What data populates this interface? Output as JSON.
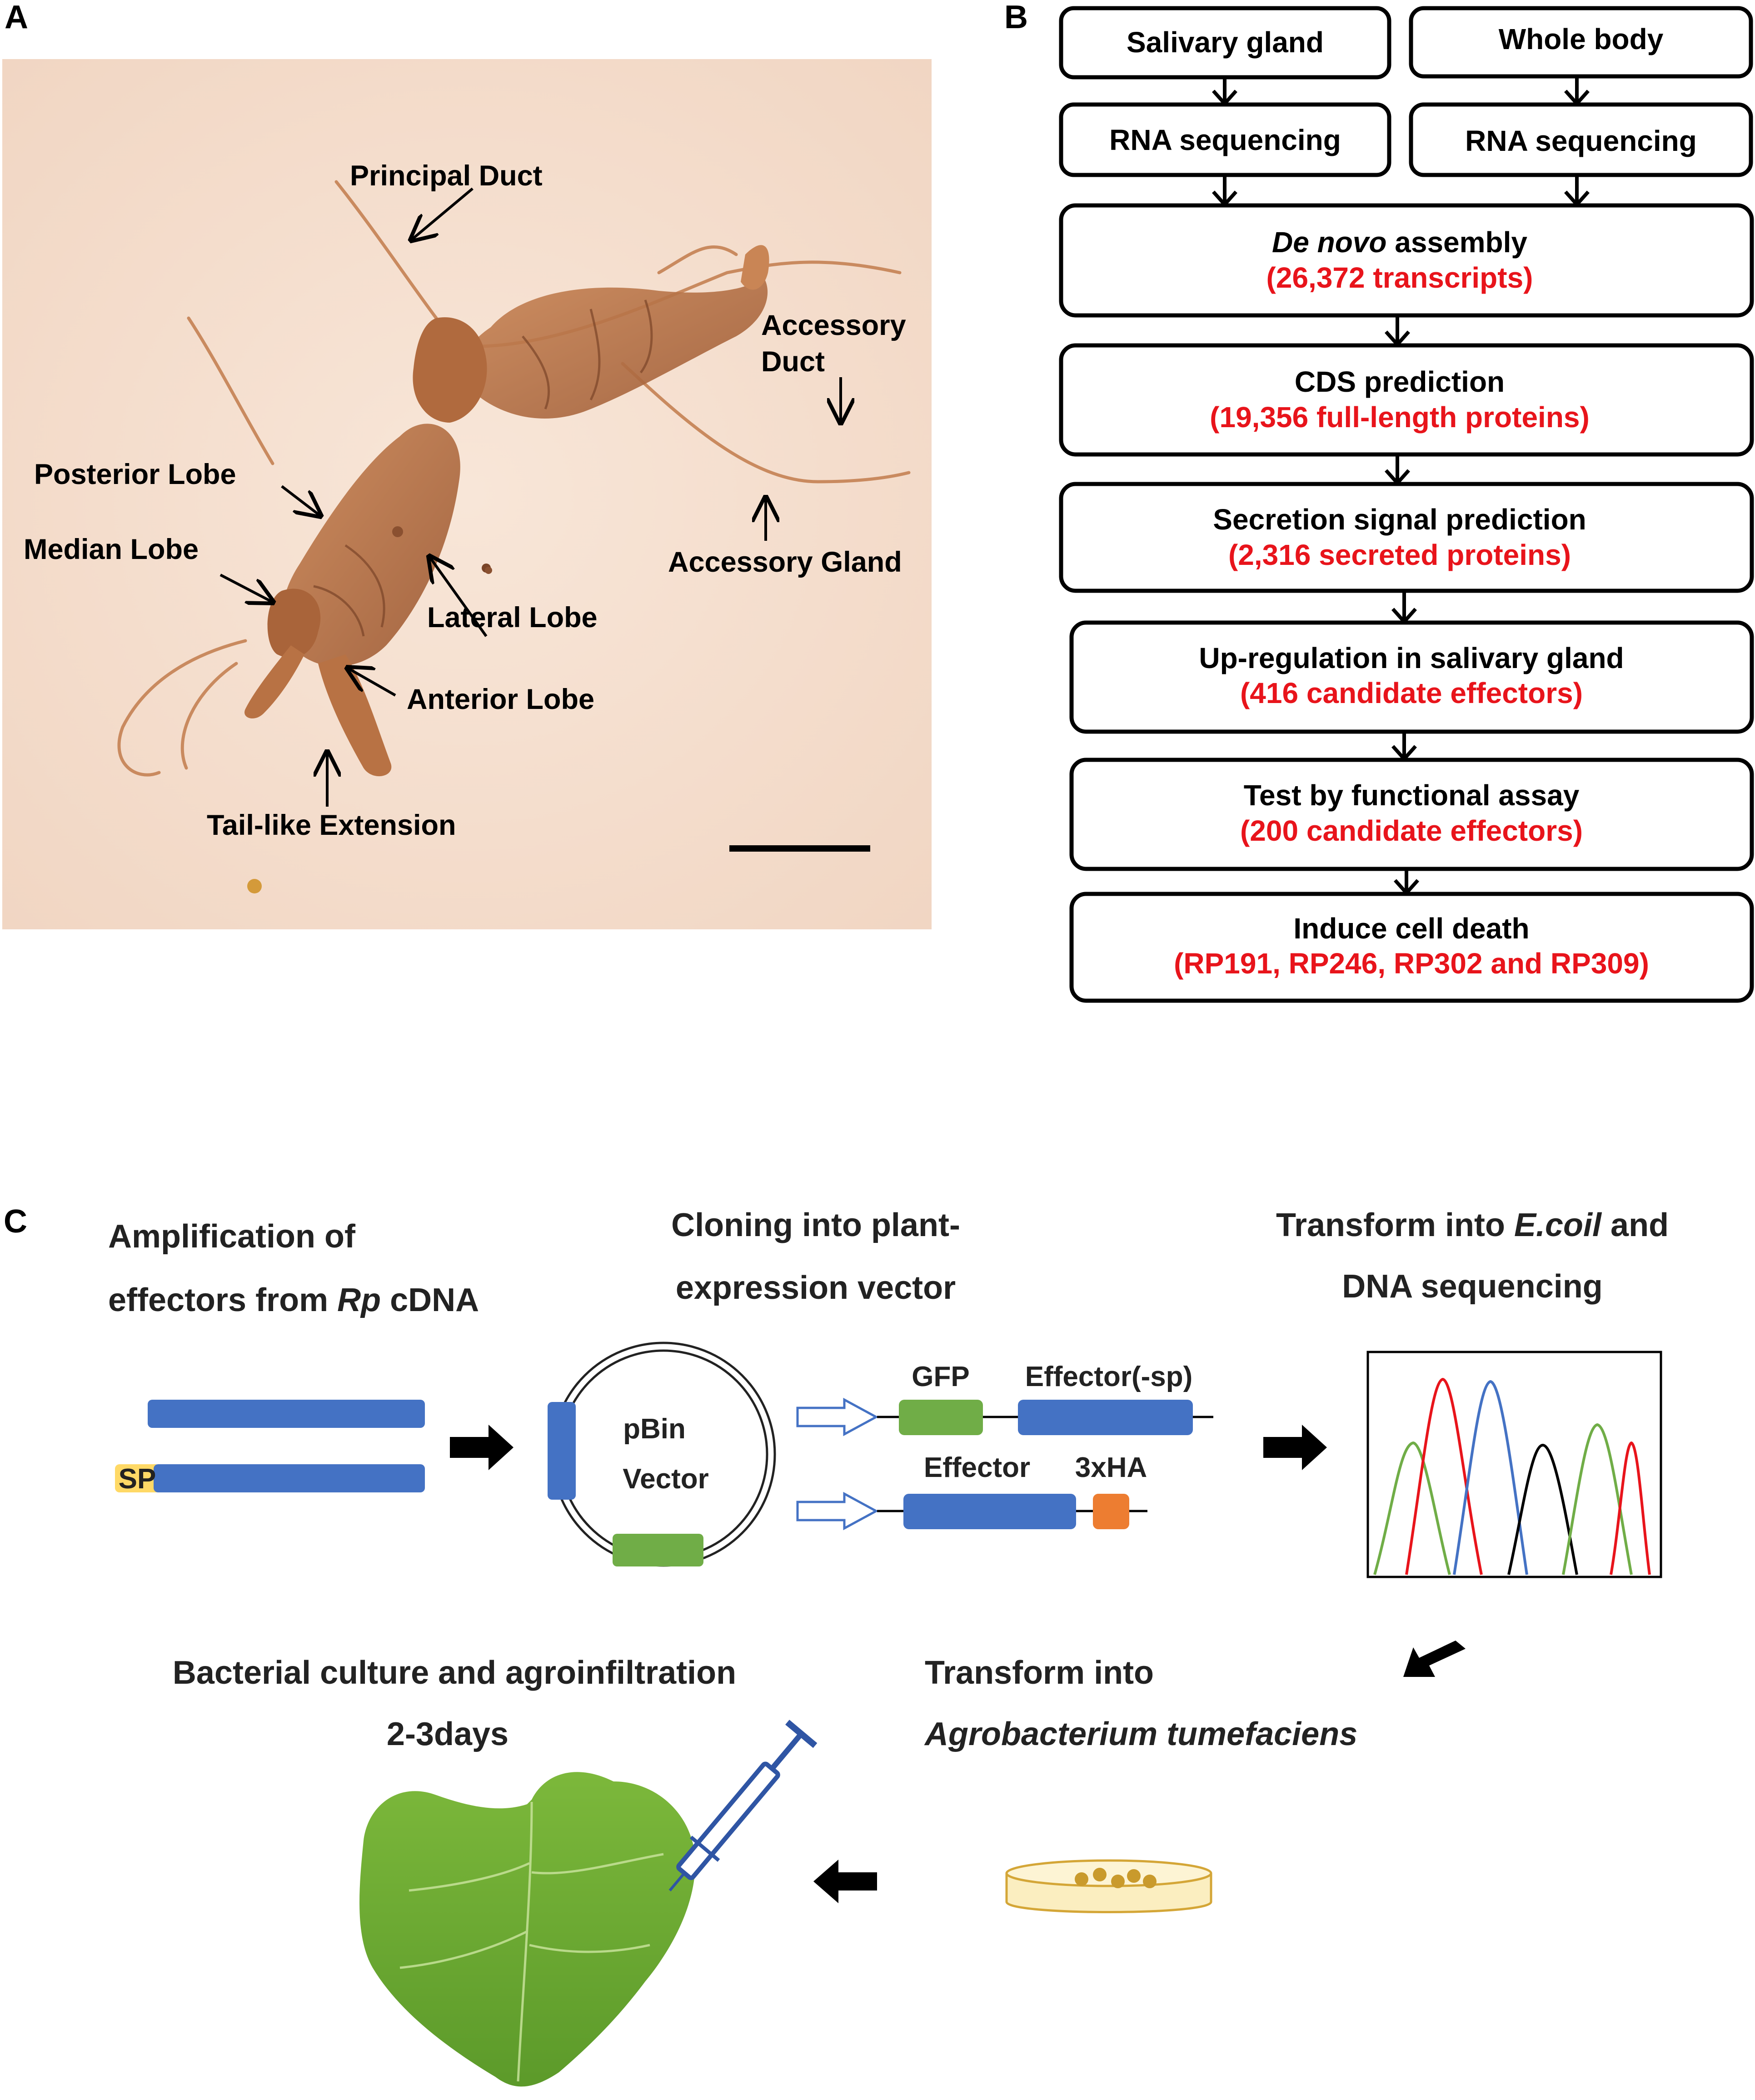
{
  "panels": {
    "a": {
      "letter": "A",
      "labels": {
        "principal_duct": "Principal Duct",
        "accessory_duct_1": "Accessory",
        "accessory_duct_2": "Duct",
        "posterior_lobe": "Posterior Lobe",
        "median_lobe": "Median Lobe",
        "lateral_lobe": "Lateral Lobe",
        "anterior_lobe": "Anterior Lobe",
        "accessory_gland": "Accessory Gland",
        "tail_extension": "Tail-like Extension"
      }
    },
    "b": {
      "letter": "B",
      "salivary_gland": "Salivary gland",
      "whole_body": "Whole body",
      "rna_seq_left": "RNA sequencing",
      "rna_seq_right": "RNA sequencing",
      "denovo_italic": "De novo",
      "denovo_rest": " assembly",
      "denovo_count": "(26,372 transcripts)",
      "cds_title": "CDS prediction",
      "cds_count": "(19,356 full-length proteins)",
      "secretion_title": "Secretion signal prediction",
      "secretion_count": "(2,316 secreted proteins)",
      "upreg_title": "Up-regulation in salivary gland",
      "upreg_count": "(416 candidate effectors)",
      "assay_title": "Test by functional assay",
      "assay_count": "(200 candidate effectors)",
      "death_title": "Induce cell death",
      "death_count": "(RP191, RP246, RP302 and RP309)"
    },
    "c": {
      "letter": "C",
      "amp_line1": "Amplification of",
      "amp_line2_a": "effectors from ",
      "amp_line2_b": "Rp",
      "amp_line2_c": " cDNA",
      "clone_line1": "Cloning into plant-",
      "clone_line2": "expression vector",
      "transform_line1_a": "Transform into ",
      "transform_line1_b": "E.coil",
      "transform_line1_c": " and",
      "transform_line2": "DNA sequencing",
      "sp_label": "SP",
      "vector_line1": "pBin",
      "vector_line2": "Vector",
      "gfp_label": "GFP",
      "effector_sp_label": "Effector(-sp)",
      "effector_label": "Effector",
      "ha_label": "3xHA",
      "agro_line1": "Transform into",
      "agro_line2": "Agrobacterium tumefaciens",
      "culture_line1": "Bacterial culture and agroinfiltration",
      "culture_line2": "2-3days"
    }
  },
  "colors": {
    "red_text": "#e8141b",
    "gene_blue": "#4472c4",
    "gfp_green": "#70ad47",
    "ha_orange": "#ed7d31",
    "sp_yellow": "#ffd966",
    "leaf_green": "#6ea832",
    "micrograph_bg": "#f6e2d4",
    "gland_brown": "#b06a3e"
  },
  "icons": [
    "arrow-right-icon",
    "syringe-icon",
    "petri-dish-icon",
    "chromatogram-icon",
    "leaf-icon",
    "plasmid-icon"
  ]
}
